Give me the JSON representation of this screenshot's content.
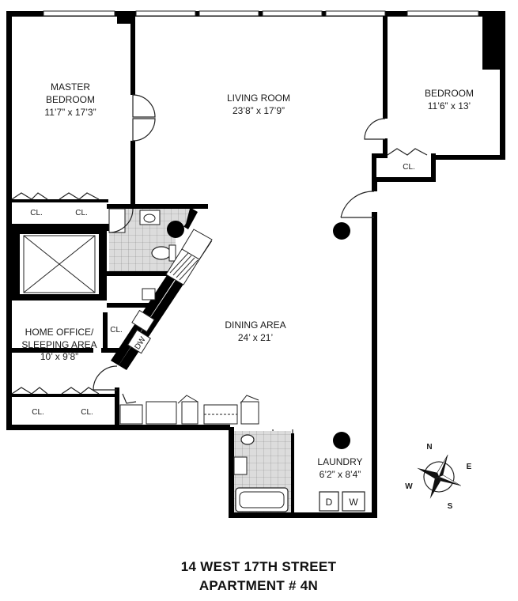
{
  "rooms": {
    "master_bedroom": {
      "name_line1": "MASTER",
      "name_line2": "BEDROOM",
      "dims": "11’7” x 17’3”"
    },
    "living_room": {
      "name": "LIVING ROOM",
      "dims": "23’8” x 17’9”"
    },
    "bedroom": {
      "name": "BEDROOM",
      "dims": "11’6” x 13’"
    },
    "home_office": {
      "name_line1": "HOME OFFICE/",
      "name_line2": "SLEEPING AREA",
      "dims": "10’ x 9’8”"
    },
    "dining_area": {
      "name": "DINING AREA",
      "dims": "24’ x 21’"
    },
    "laundry": {
      "name": "LAUNDRY",
      "dims": "6’2” x 8’4”"
    }
  },
  "closets": {
    "label": "CL."
  },
  "appliances": {
    "dishwasher": "DW",
    "dryer": "D",
    "washer": "W"
  },
  "compass": {
    "n": "N",
    "e": "E",
    "s": "S",
    "w": "W"
  },
  "footer": {
    "line1": "14 WEST 17TH STREET",
    "line2": "APARTMENT # 4N"
  },
  "colors": {
    "wall": "#000000",
    "tile": "#d9d9d9",
    "background": "#ffffff"
  }
}
